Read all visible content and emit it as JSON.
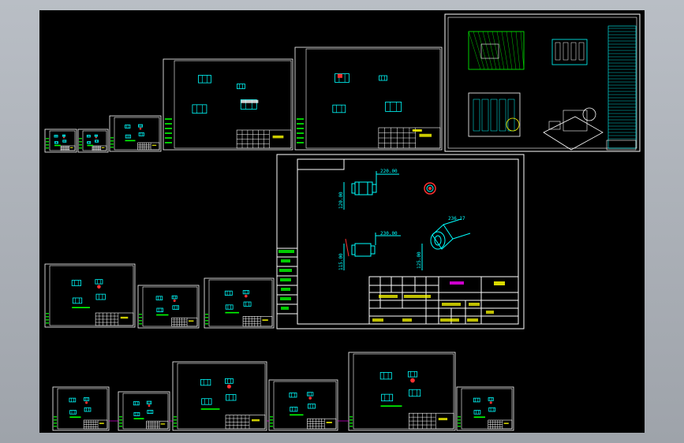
{
  "viewport": {
    "background": "#000000",
    "colors": {
      "frame": "#ffffff",
      "title_block": "#ffffff",
      "part_geometry": "#00ffff",
      "dimension_text": "#00ffff",
      "notes": "#00ff00",
      "accent_red": "#ff3030",
      "accent_magenta": "#ff00ff",
      "accent_yellow": "#ffff00"
    }
  },
  "main_sheet": {
    "dimensions": [
      "220.00",
      "120.00",
      "236.17",
      "125.00",
      "230.00",
      "115.00"
    ]
  }
}
